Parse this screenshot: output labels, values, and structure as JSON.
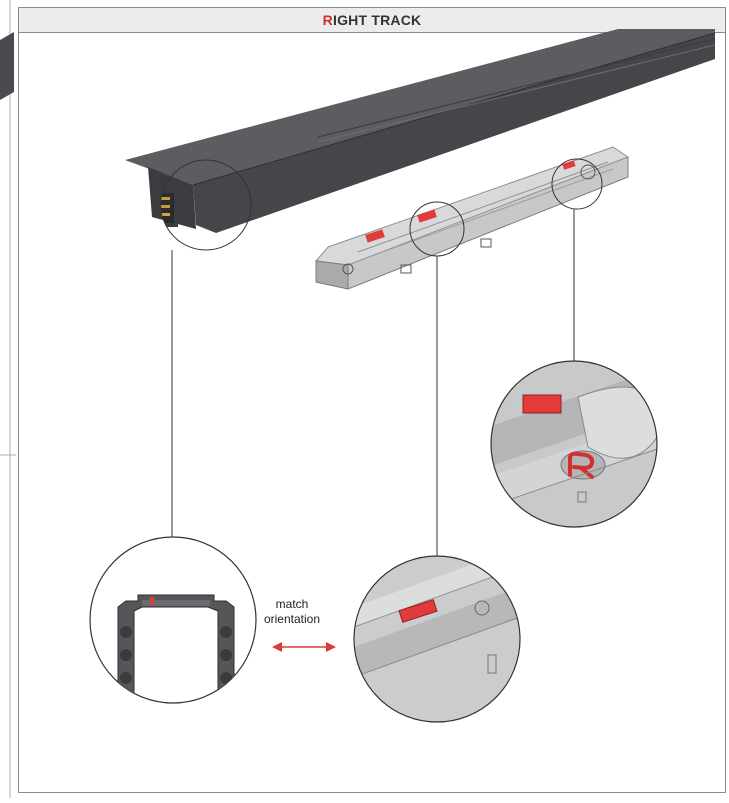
{
  "header": {
    "title_first_letter": "R",
    "title_rest": "IGHT TRACK",
    "accent_color": "#d42f2f"
  },
  "callout": {
    "line1": "match",
    "line2": "orientation"
  },
  "colors": {
    "track": "#4a4b4f",
    "track_top": "#5c5d61",
    "connector": "#b9babb",
    "connector_dark": "#8e8f90",
    "marker_red": "#e23b3b",
    "arrow": "#d93a3a",
    "line": "#333333"
  },
  "icons": [
    "double-arrow-icon",
    "r-letter-icon"
  ]
}
